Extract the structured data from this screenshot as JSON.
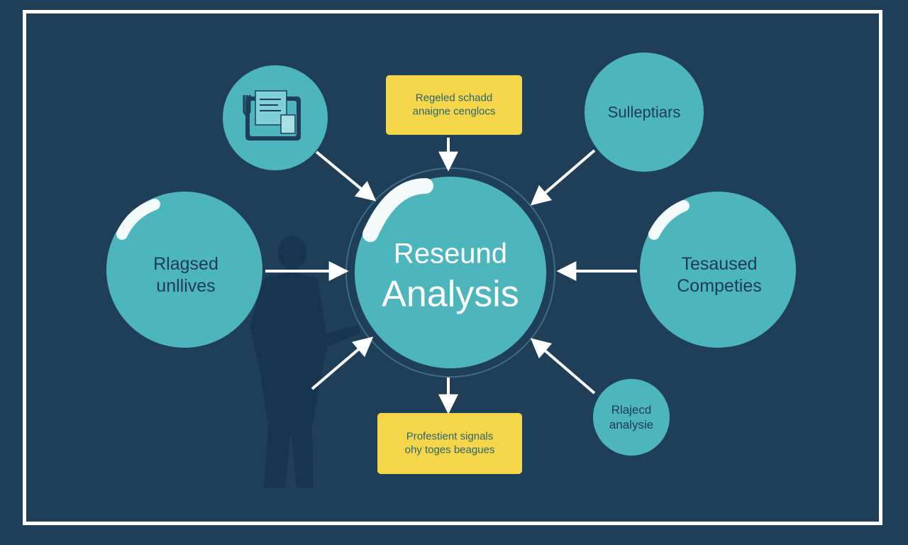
{
  "center": {
    "line1": "Reseund",
    "line2": "Analysis"
  },
  "nodes": {
    "left": {
      "line1": "Rlagsed",
      "line2": "unllives"
    },
    "right": {
      "line1": "Tesaused",
      "line2": "Competies"
    },
    "top_right": {
      "line1": "Sulleptiars"
    },
    "bottom_right": {
      "line1": "Rlajecd",
      "line2": "analysie"
    },
    "top_left": {
      "icon": "tablet-document-icon"
    }
  },
  "boxes": {
    "top": {
      "line1": "Regeled schadd",
      "line2": "anaigne cenglocs"
    },
    "bottom": {
      "line1": "Profestient signals",
      "line2": "ohy toges beagues"
    }
  },
  "colors": {
    "background": "#1f3e58",
    "node": "#4db6bd",
    "box": "#f5d64a",
    "silhouette": "#183550",
    "arrow": "#ffffff"
  }
}
